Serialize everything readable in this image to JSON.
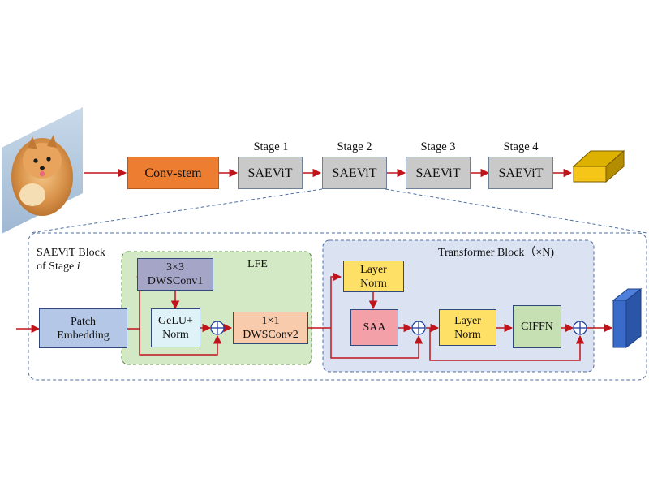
{
  "pipeline": {
    "conv_stem": "Conv-stem",
    "stages": [
      {
        "label": "Stage 1",
        "block": "SAEViT"
      },
      {
        "label": "Stage 2",
        "block": "SAEViT"
      },
      {
        "label": "Stage 3",
        "block": "SAEViT"
      },
      {
        "label": "Stage 4",
        "block": "SAEViT"
      }
    ]
  },
  "detail": {
    "title_line1": "SAEViT Block",
    "title_line2_prefix": "of Stage ",
    "title_line2_var": "i",
    "patch_embedding": [
      "Patch",
      "Embedding"
    ],
    "lfe": {
      "title": "LFE",
      "dwsconv1": [
        "3×3",
        "DWSConv1"
      ],
      "gelu_norm": [
        "GeLU+",
        "Norm"
      ],
      "dwsconv2": [
        "1×1",
        "DWSConv2"
      ]
    },
    "transformer": {
      "title": "Transformer Block（×N)",
      "layer_norm_1": [
        "Layer",
        "Norm"
      ],
      "saa": "SAA",
      "layer_norm_2": [
        "Layer",
        "Norm"
      ],
      "ciffn": "CIFFN"
    }
  },
  "colors": {
    "arrow": "#c0141c",
    "conv_stem": "#ed7d31",
    "saevit": "#c9c9c9",
    "lfe_bg": "#d3e8c4",
    "transformer_bg": "#dbe3f3",
    "patch_embedding": "#b4c7e7",
    "dwsconv1": "#a5a5c8",
    "gelu_norm": "#dff2f7",
    "dwsconv2": "#f8cbad",
    "layer_norm": "#ffe066",
    "saa": "#f4a0a8",
    "ciffn": "#c6e0b4",
    "output_cube_top": "#f5c518",
    "feature_map": "#3a6bc8"
  }
}
